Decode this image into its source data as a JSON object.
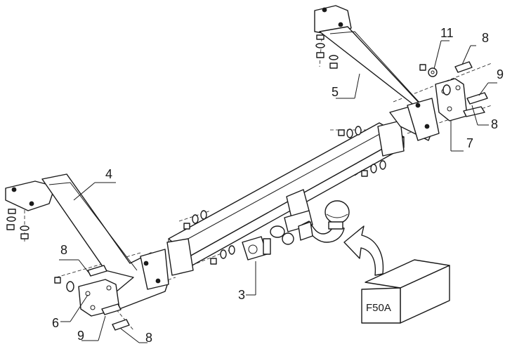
{
  "callouts": {
    "tow_bar": "4",
    "side_arm_right": "5",
    "socket_plate": "3",
    "plate_left": "6",
    "plate_right": "7",
    "bolt_top": "8",
    "bolt_right": "8",
    "bolt_left": "8",
    "bolt_bottom": "8",
    "washer_left": "9",
    "washer_right": "9",
    "nut_top": "11"
  },
  "product_box": {
    "label": "F50A"
  },
  "colors": {
    "line": "#1a1a1a",
    "background": "#ffffff"
  }
}
